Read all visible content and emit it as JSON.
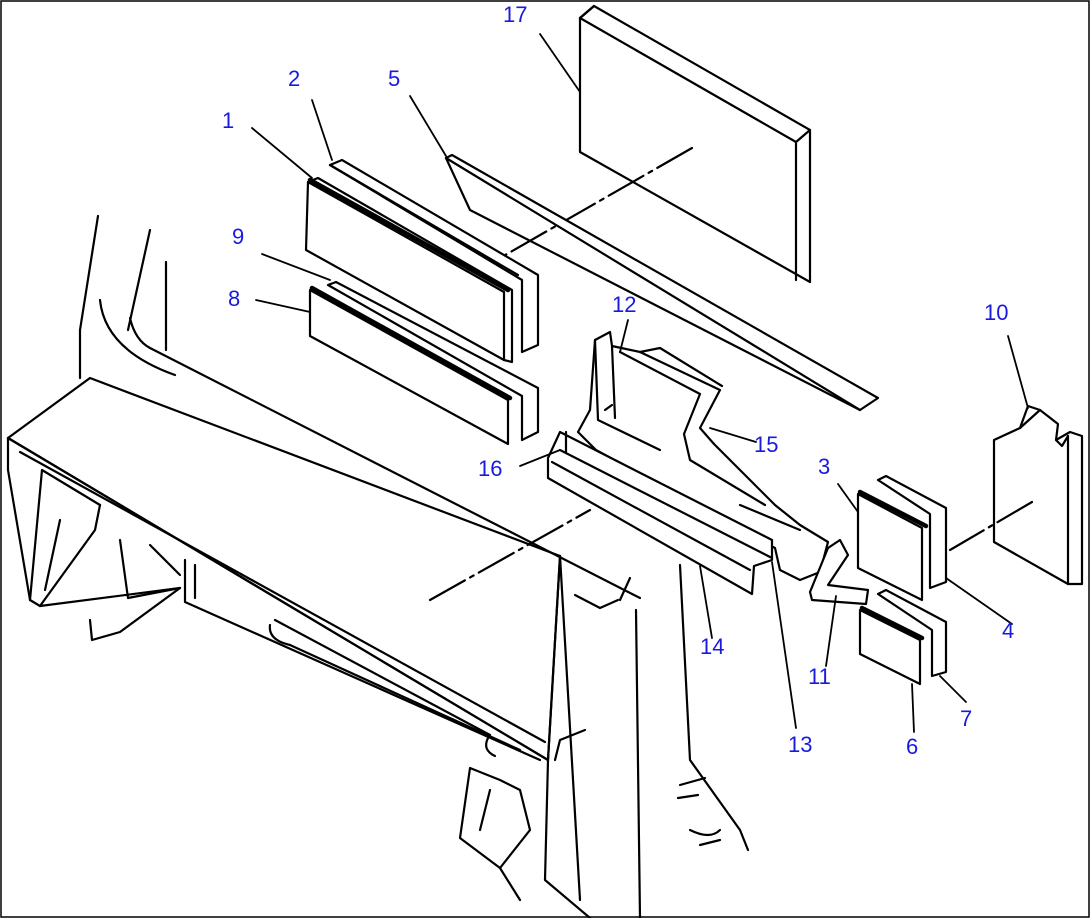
{
  "diagram": {
    "callout_color": "#1a1adc",
    "line_color": "#000000",
    "callouts": [
      {
        "id": "17",
        "text": "17"
      },
      {
        "id": "2",
        "text": "2"
      },
      {
        "id": "5",
        "text": "5"
      },
      {
        "id": "1",
        "text": "1"
      },
      {
        "id": "9",
        "text": "9"
      },
      {
        "id": "8",
        "text": "8"
      },
      {
        "id": "12",
        "text": "12"
      },
      {
        "id": "10",
        "text": "10"
      },
      {
        "id": "15",
        "text": "15"
      },
      {
        "id": "16",
        "text": "16"
      },
      {
        "id": "3",
        "text": "3"
      },
      {
        "id": "4",
        "text": "4"
      },
      {
        "id": "11",
        "text": "11"
      },
      {
        "id": "14",
        "text": "14"
      },
      {
        "id": "7",
        "text": "7"
      },
      {
        "id": "13",
        "text": "13"
      },
      {
        "id": "6",
        "text": "6"
      }
    ]
  }
}
